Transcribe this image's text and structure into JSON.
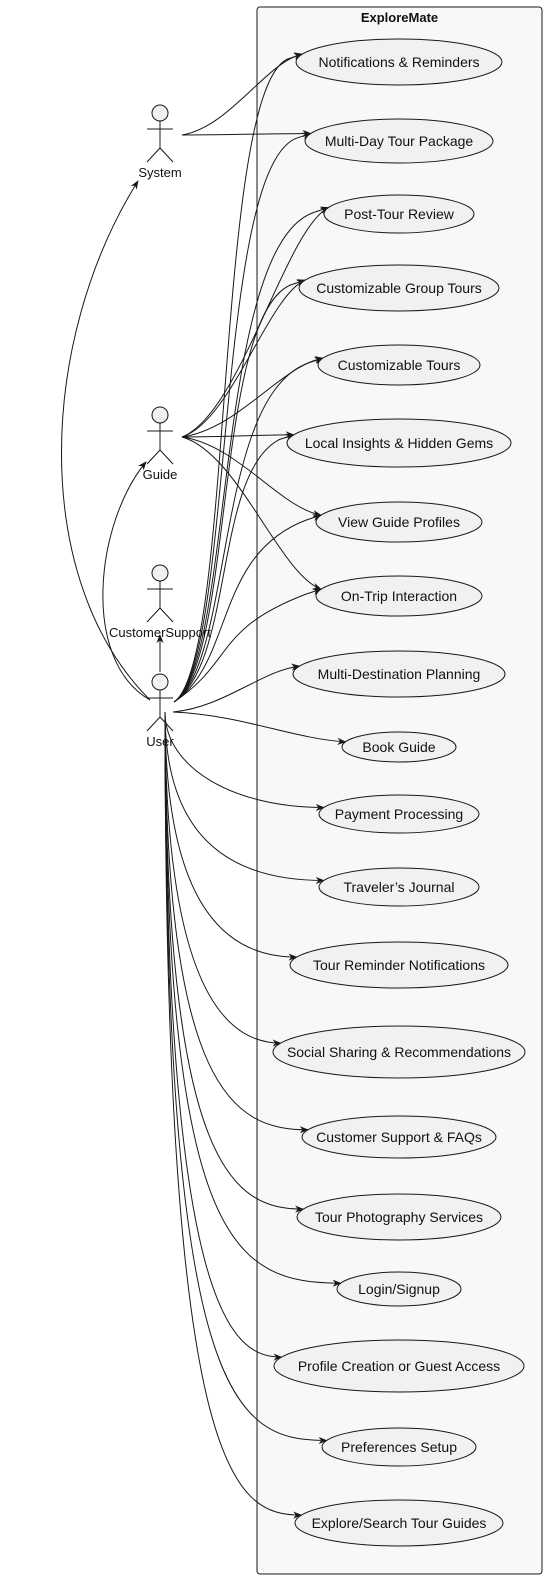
{
  "diagram": {
    "system": {
      "title": "ExploreMate"
    },
    "actors": [
      {
        "id": "system",
        "name": "System"
      },
      {
        "id": "guide",
        "name": "Guide"
      },
      {
        "id": "support",
        "name": "CustomerSupport"
      },
      {
        "id": "user",
        "name": "User"
      }
    ],
    "use_cases": [
      {
        "id": "uc01",
        "label": "Notifications & Reminders"
      },
      {
        "id": "uc02",
        "label": "Multi-Day Tour Package"
      },
      {
        "id": "uc03",
        "label": "Post-Tour Review"
      },
      {
        "id": "uc04",
        "label": "Customizable Group Tours"
      },
      {
        "id": "uc05",
        "label": "Customizable Tours"
      },
      {
        "id": "uc06",
        "label": "Local Insights & Hidden Gems"
      },
      {
        "id": "uc07",
        "label": "View Guide Profiles"
      },
      {
        "id": "uc08",
        "label": "On-Trip Interaction"
      },
      {
        "id": "uc09",
        "label": "Multi-Destination Planning"
      },
      {
        "id": "uc10",
        "label": "Book Guide"
      },
      {
        "id": "uc11",
        "label": "Payment Processing"
      },
      {
        "id": "uc12",
        "label": "Traveler’s Journal"
      },
      {
        "id": "uc13",
        "label": "Tour Reminder Notifications"
      },
      {
        "id": "uc14",
        "label": "Social Sharing & Recommendations"
      },
      {
        "id": "uc15",
        "label": "Customer Support & FAQs"
      },
      {
        "id": "uc16",
        "label": "Tour Photography Services"
      },
      {
        "id": "uc17",
        "label": "Login/Signup"
      },
      {
        "id": "uc18",
        "label": "Profile Creation or Guest Access"
      },
      {
        "id": "uc19",
        "label": "Preferences Setup"
      },
      {
        "id": "uc20",
        "label": "Explore/Search Tour Guides"
      }
    ],
    "associations": [
      {
        "from": "system",
        "to": "uc01"
      },
      {
        "from": "system",
        "to": "uc02"
      },
      {
        "from": "guide",
        "to": "uc03"
      },
      {
        "from": "guide",
        "to": "uc04"
      },
      {
        "from": "guide",
        "to": "uc05"
      },
      {
        "from": "guide",
        "to": "uc06"
      },
      {
        "from": "guide",
        "to": "uc07"
      },
      {
        "from": "guide",
        "to": "uc08"
      },
      {
        "from": "user",
        "to": "system"
      },
      {
        "from": "user",
        "to": "guide"
      },
      {
        "from": "user",
        "to": "support"
      },
      {
        "from": "user",
        "to": "uc01"
      },
      {
        "from": "user",
        "to": "uc02"
      },
      {
        "from": "user",
        "to": "uc03"
      },
      {
        "from": "user",
        "to": "uc04"
      },
      {
        "from": "user",
        "to": "uc05"
      },
      {
        "from": "user",
        "to": "uc06"
      },
      {
        "from": "user",
        "to": "uc07"
      },
      {
        "from": "user",
        "to": "uc08"
      },
      {
        "from": "user",
        "to": "uc09"
      },
      {
        "from": "user",
        "to": "uc10"
      },
      {
        "from": "user",
        "to": "uc11"
      },
      {
        "from": "user",
        "to": "uc12"
      },
      {
        "from": "user",
        "to": "uc13"
      },
      {
        "from": "user",
        "to": "uc14"
      },
      {
        "from": "user",
        "to": "uc15"
      },
      {
        "from": "user",
        "to": "uc16"
      },
      {
        "from": "user",
        "to": "uc17"
      },
      {
        "from": "user",
        "to": "uc18"
      },
      {
        "from": "user",
        "to": "uc19"
      },
      {
        "from": "user",
        "to": "uc20"
      }
    ]
  },
  "colors": {
    "line": "#181818",
    "usecase_fill": "#f1f1f1",
    "system_fill": "#f8f8f8",
    "actor_fill": "#f1f1f1"
  }
}
